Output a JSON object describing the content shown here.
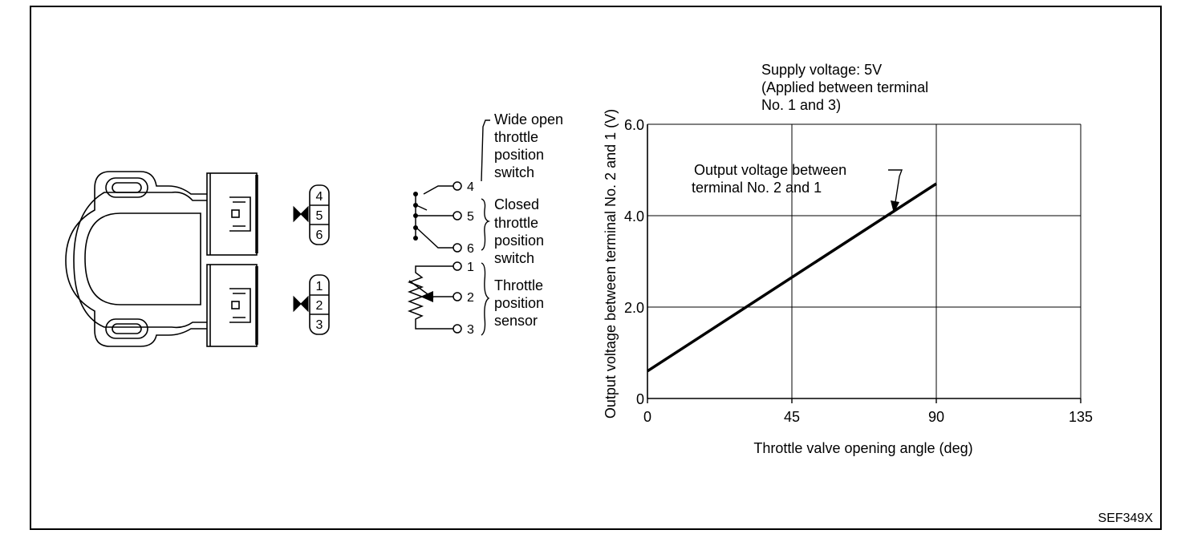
{
  "figure_code": "SEF349X",
  "connector": {
    "upper_pins": [
      "4",
      "5",
      "6"
    ],
    "lower_pins": [
      "1",
      "2",
      "3"
    ]
  },
  "schematic": {
    "terminals": [
      "4",
      "5",
      "6",
      "1",
      "2",
      "3"
    ],
    "wide_open_switch_label": [
      "Wide open",
      "throttle",
      "position",
      "switch"
    ],
    "closed_switch_label": [
      "Closed",
      "throttle",
      "position",
      "switch"
    ],
    "sensor_label": [
      "Throttle",
      "position",
      "sensor"
    ]
  },
  "chart_data": {
    "type": "line",
    "title": "",
    "annotation_supply": [
      "Supply voltage: 5V",
      "(Applied between terminal",
      "No. 1 and 3)"
    ],
    "annotation_line": [
      "Output voltage between",
      "terminal No. 2 and 1"
    ],
    "xlabel": "Throttle valve opening angle (deg)",
    "ylabel": "Output voltage between terminal No. 2 and 1 (V)",
    "xlim": [
      0,
      135
    ],
    "ylim": [
      0,
      6.0
    ],
    "xticks": [
      0,
      45,
      90,
      135
    ],
    "xtick_labels": [
      "0",
      "45",
      "90",
      "135"
    ],
    "yticks": [
      0,
      2.0,
      4.0,
      6.0
    ],
    "ytick_labels": [
      "0",
      "2.0",
      "4.0",
      "6.0"
    ],
    "grid": true,
    "series": [
      {
        "x": [
          0,
          90
        ],
        "y": [
          0.6,
          4.7
        ]
      }
    ]
  }
}
